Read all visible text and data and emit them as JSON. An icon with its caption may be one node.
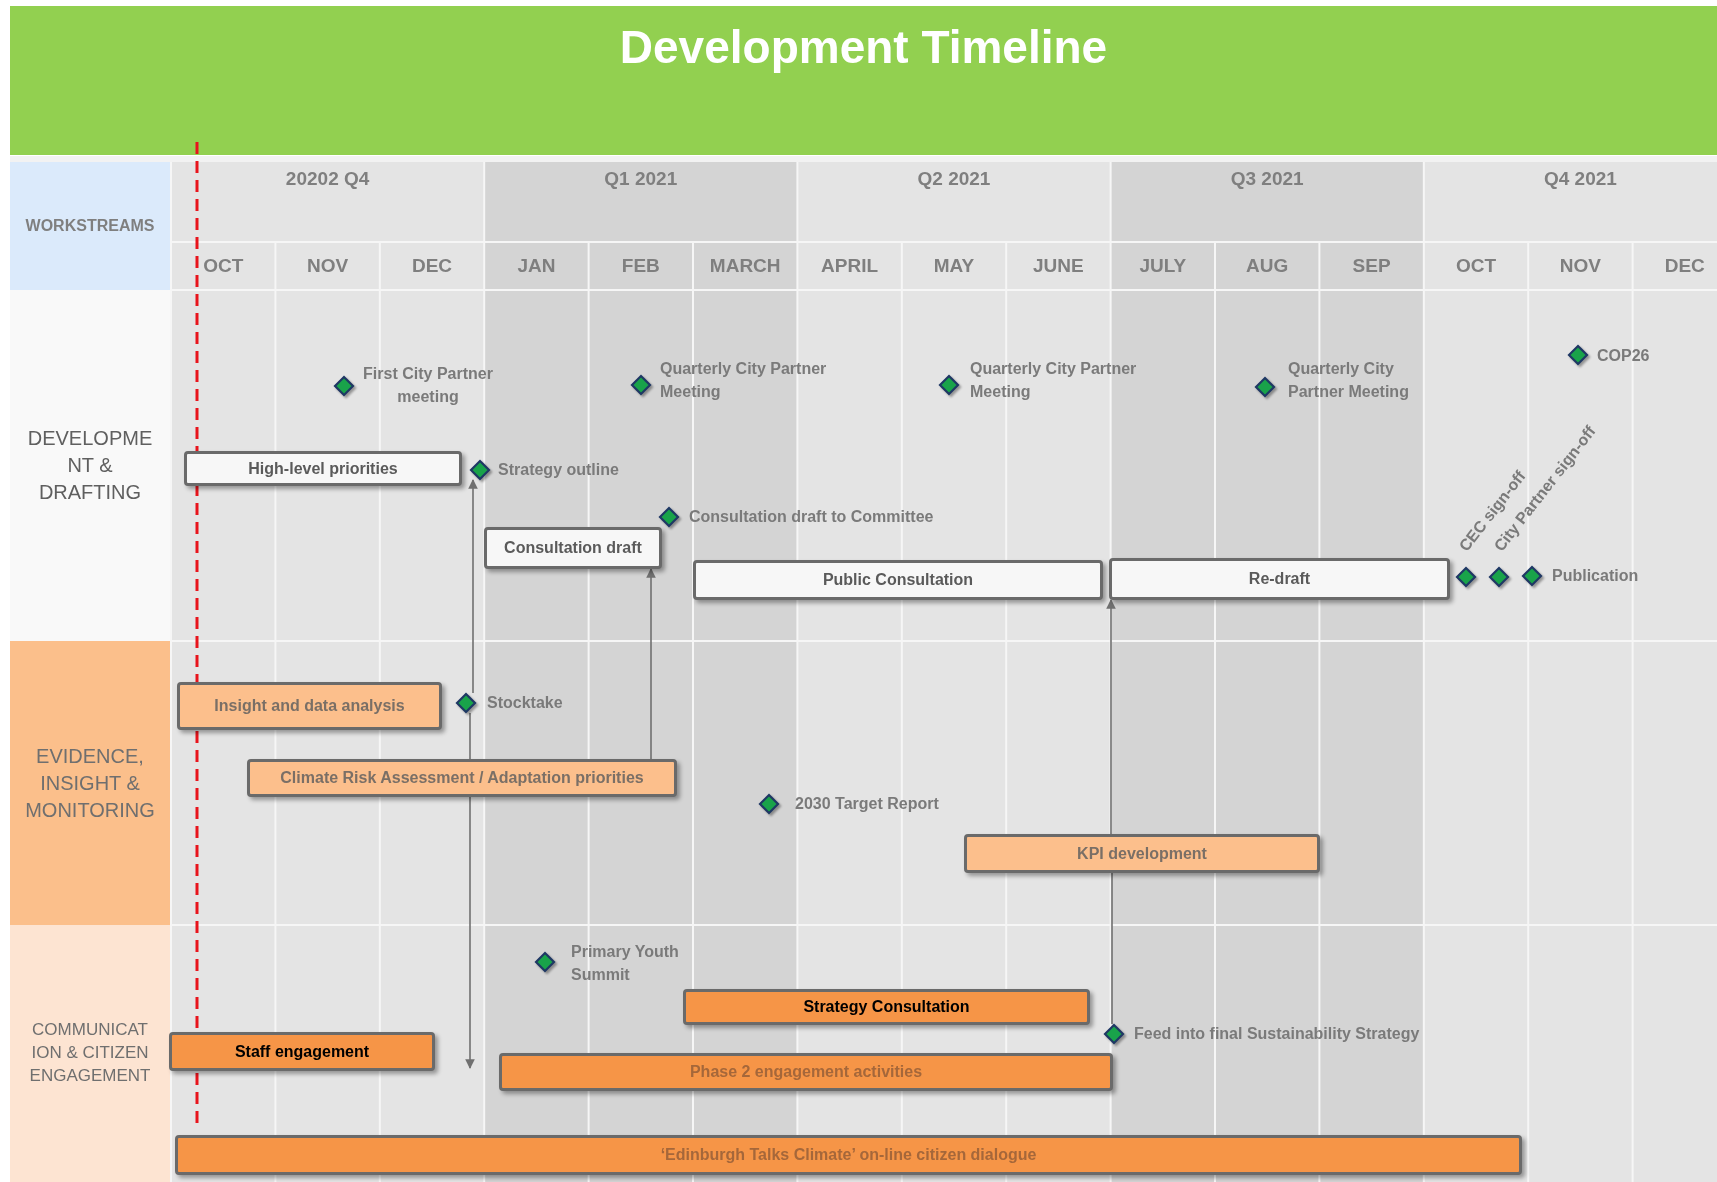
{
  "diagram": {
    "title": "Development Timeline",
    "nodes": [
      {
        "text": [
          "High-level priorities"
        ]
      },
      {
        "text": [],
        "shape": "diamond",
        "beside": [
          "Strategy outline"
        ]
      },
      {
        "text": [],
        "shape": "diamond",
        "beside": [
          "First City Partner meeting"
        ]
      },
      {
        "text": [],
        "shape": "diamond",
        "beside": [
          "Quarterly City Partner Meeting"
        ]
      },
      {
        "text": [],
        "shape": "diamond",
        "beside": [
          "Consultation draft to Committee"
        ]
      },
      {
        "text": [
          "Consultation draft"
        ]
      },
      {
        "text": [
          "Public Consultation"
        ]
      },
      {
        "text": [],
        "shape": "diamond",
        "beside": [
          "Quarterly City Partner Meeting"
        ]
      },
      {
        "text": [
          "Re-draft"
        ]
      },
      {
        "text": [],
        "shape": "diamond",
        "beside": [
          "Quarterly City Partner Meeting"
        ]
      },
      {
        "text": [],
        "shape": "diamond",
        "beside": [
          "COP26"
        ]
      },
      {
        "text": [],
        "shape": "diamond",
        "beside": [
          "CEC sign-off"
        ]
      },
      {
        "text": [],
        "shape": "diamond",
        "beside": [
          "City Partner sign-off"
        ]
      },
      {
        "text": [],
        "shape": "diamond",
        "beside": [
          "Publication"
        ]
      },
      {
        "text": [
          "Insight and data analysis"
        ]
      },
      {
        "text": [],
        "shape": "diamond",
        "beside": [
          "Stocktake"
        ]
      },
      {
        "text": [
          "Climate Risk Assessment / Adaptation priorities"
        ]
      },
      {
        "text": [],
        "shape": "diamond",
        "beside": [
          "2030 Target Report"
        ]
      },
      {
        "text": [
          "KPI development"
        ]
      },
      {
        "text": [],
        "shape": "diamond",
        "beside": [
          "Primary Youth Summit"
        ]
      },
      {
        "text": [
          "Strategy Consultation"
        ]
      },
      {
        "text": [],
        "shape": "diamond",
        "beside": [
          "Feed into final Sustainability Strategy"
        ]
      },
      {
        "text": [
          "Staff engagement"
        ]
      },
      {
        "text": [
          "Phase 2 engagement activities"
        ]
      },
      {
        "text": [
          "‘Edinburgh Talks Climate’ on-line citizen dialogue"
        ]
      }
    ],
    "edges": [
      {
        "from": 15,
        "to": 1,
        "arrow": "to"
      },
      {
        "from": 16,
        "to": 23,
        "arrow": "to"
      },
      {
        "from": 16,
        "to": 5,
        "arrow": "to"
      },
      {
        "from": 18,
        "to": 8,
        "arrow": "to"
      },
      {
        "from": 21,
        "to": 18,
        "arrow": "none"
      },
      {
        "from": 15,
        "to": 16,
        "arrow": "none"
      }
    ],
    "labels": [
      "WORKSTREAMS",
      "20202 Q4",
      "Q1 2021",
      "Q2 2021",
      "Q3 2021",
      "Q4 2021",
      "OCT",
      "NOV",
      "DEC",
      "JAN",
      "FEB",
      "MARCH",
      "APRIL",
      "MAY",
      "JUNE",
      "JULY",
      "AUG",
      "SEP",
      "OCT",
      "NOV",
      "DEC",
      "DEVELOPME NT & DRAFTING",
      "EVIDENCE, INSIGHT & MONITORING",
      "COMMUNICAT ION & CITIZEN ENGAGEMENT"
    ]
  }
}
